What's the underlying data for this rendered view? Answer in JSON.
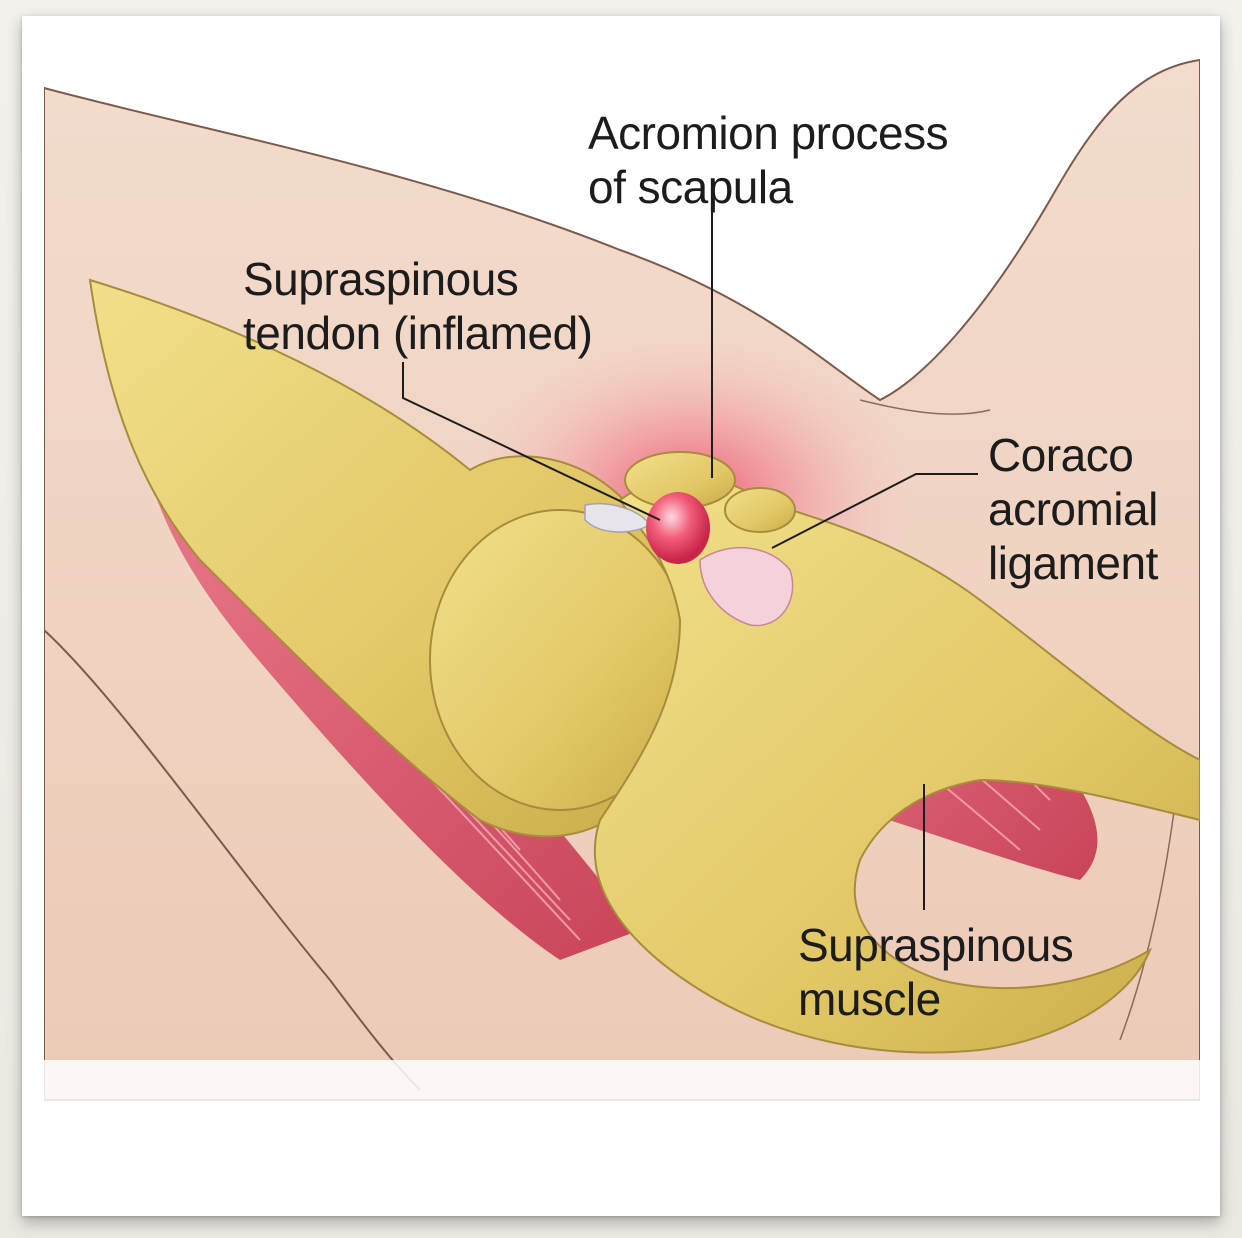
{
  "labels": {
    "acromion": {
      "line1": "Acromion process",
      "line2": "of scapula"
    },
    "tendon": {
      "line1": "Supraspinous",
      "line2": "tendon (inflamed)"
    },
    "ligament": {
      "line1": "Coraco",
      "line2": "acromial",
      "line3": "ligament"
    },
    "muscle": {
      "line1": "Supraspinous",
      "line2": "muscle"
    }
  },
  "colors": {
    "skin": "#f1d6c4",
    "bone": "#e3c96a",
    "muscle": "#d9586d",
    "inflammation": "#f06a82",
    "leader_line": "#1c1c1c"
  }
}
